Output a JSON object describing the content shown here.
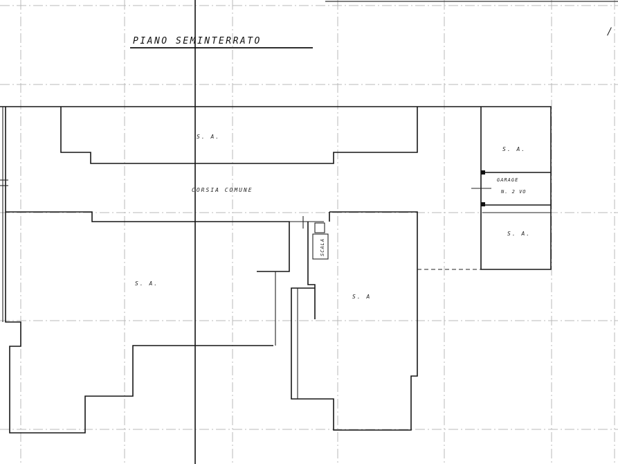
{
  "title": "PIANO SEMINTERRATO",
  "rooms": {
    "sa_top": "S. A.",
    "corsia": "CORSIA  COMUNE",
    "sa_left": "S. A.",
    "sa_center": "S. A",
    "sa_right_top": "S. A.",
    "garage_line1": "GARAGE",
    "garage_line2": "N. 2 VO",
    "sa_right_bottom": "S. A.",
    "small_room": "SCALA"
  }
}
